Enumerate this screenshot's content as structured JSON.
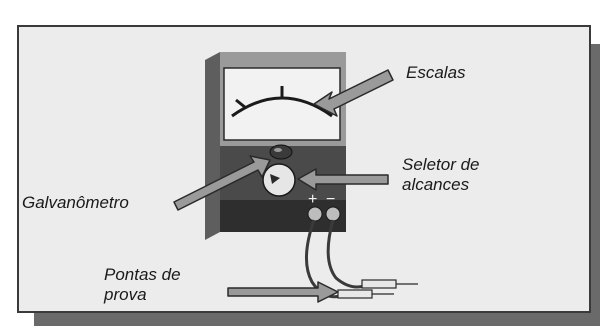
{
  "labels": {
    "scales": "Escalas",
    "range_selector_line1": "Seletor de",
    "range_selector_line2": "alcances",
    "galvanometer": "Galvanômetro",
    "probes_line1": "Pontas de",
    "probes_line2": "prova",
    "polarity_plus": "+",
    "polarity_minus": "−"
  },
  "colors": {
    "panel_bg": "#ececec",
    "panel_border": "#3a3a3a",
    "panel_shadow": "#6a6a6a",
    "device_body": "#8c8c8c",
    "device_dark": "#3a3a3a",
    "scale_face": "#f2f2f2",
    "arrow_fill": "#9a9a9a",
    "arrow_stroke": "#2a2a2a"
  },
  "icons": {
    "galvanometer": "galvanometer-knob-icon",
    "selector": "range-selector-dial-icon",
    "terminals": "terminal-jack-icon"
  }
}
